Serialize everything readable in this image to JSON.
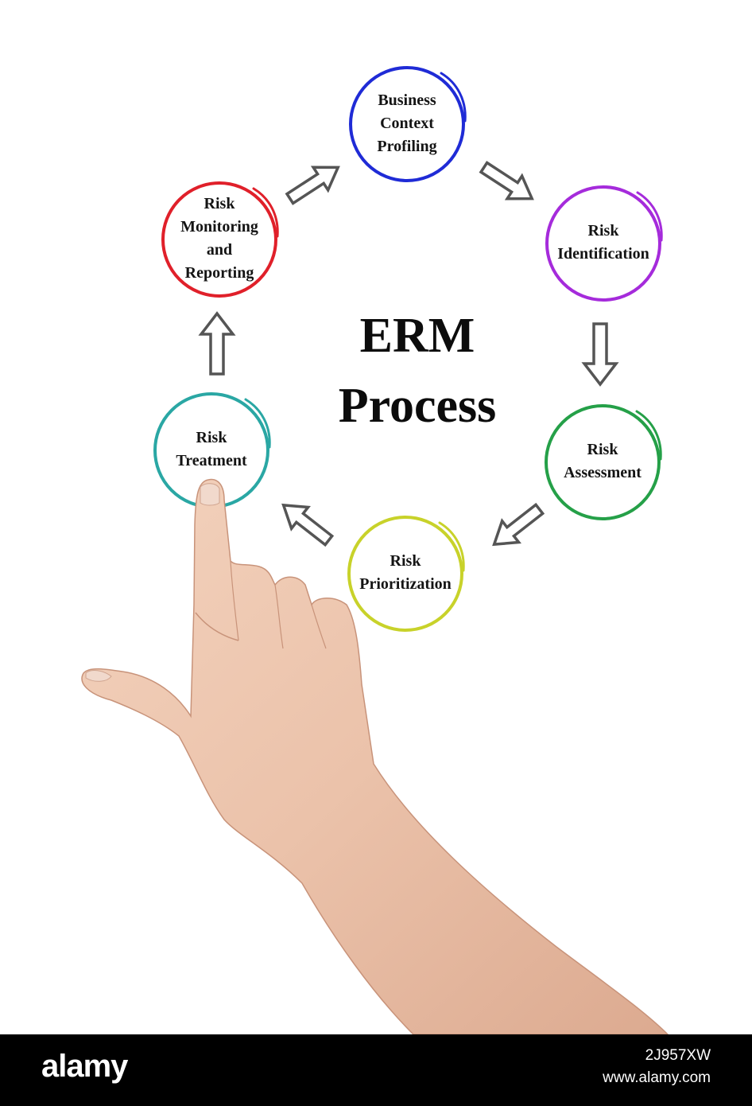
{
  "title": "ERM\nProcess",
  "nodes": [
    {
      "id": "business-context-profiling",
      "label": "Business\nContext\nProfiling",
      "color": "#1f2bd6"
    },
    {
      "id": "risk-identification",
      "label": "Risk\nIdentification",
      "color": "#a52bdb"
    },
    {
      "id": "risk-assessment",
      "label": "Risk\nAssessment",
      "color": "#25a048"
    },
    {
      "id": "risk-prioritization",
      "label": "Risk\nPrioritization",
      "color": "#c8d22a"
    },
    {
      "id": "risk-treatment",
      "label": "Risk\nTreatment",
      "color": "#2aa7a4"
    },
    {
      "id": "risk-monitoring-reporting",
      "label": "Risk\nMonitoring\nand\nReporting",
      "color": "#e0202a"
    }
  ],
  "arrow_color": "#555555",
  "footer": {
    "logo": "alamy",
    "image_id": "2J957XW",
    "site": "www.alamy.com"
  }
}
